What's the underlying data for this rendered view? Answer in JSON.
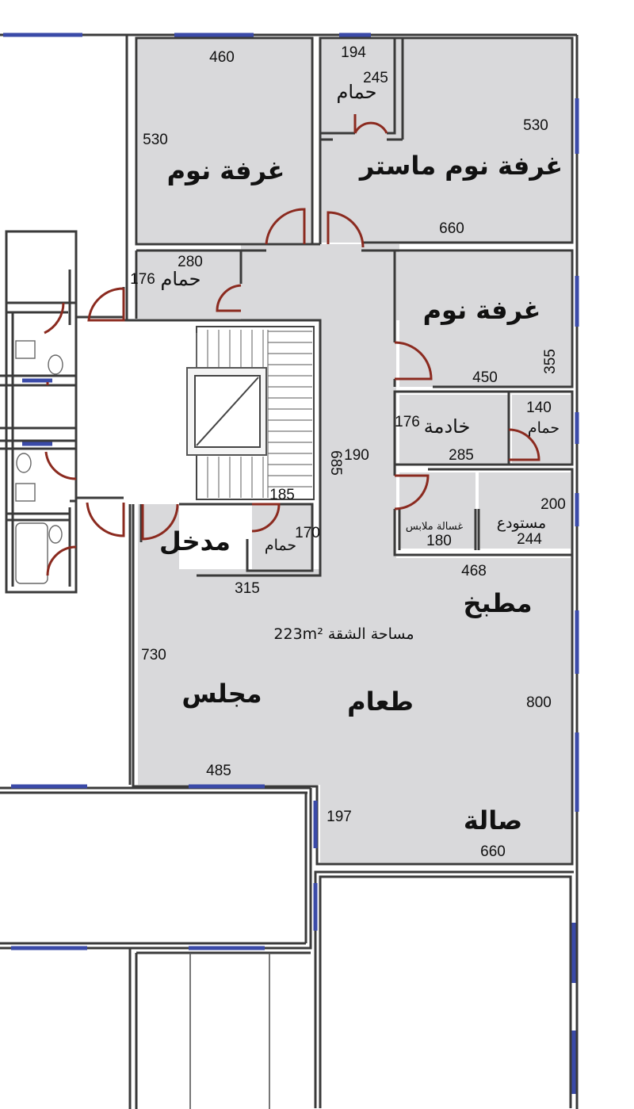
{
  "plan": {
    "area_label": "مساحة الشقة 223m²",
    "rooms": {
      "bedroom_1": {
        "label": "غرفة نوم",
        "w": "460",
        "h": "530"
      },
      "master_bedroom": {
        "label": "غرفة نوم ماستر",
        "w": "660",
        "h": "530"
      },
      "master_bath": {
        "label": "حمام",
        "w": "194",
        "h": "245"
      },
      "bath_left": {
        "label": "حمام",
        "w": "280",
        "h": "176"
      },
      "bedroom_2": {
        "label": "غرفة نوم",
        "w": "450",
        "h": "355"
      },
      "maid_room": {
        "label": "خادمة",
        "w": "285",
        "h": "176"
      },
      "maid_bath": {
        "label": "حمام",
        "w": "140"
      },
      "storage": {
        "label": "مستودع",
        "w": "244",
        "h": "200"
      },
      "laundry": {
        "label": "غسالة ملابس",
        "w": "180"
      },
      "corridor": {
        "w": "190",
        "h": "685"
      },
      "entrance": {
        "label": "مدخل",
        "w": "315"
      },
      "guest_bath": {
        "label": "حمام",
        "w": "185",
        "h": "170"
      },
      "kitchen": {
        "label": "مطبخ",
        "w": "468"
      },
      "dining": {
        "label": "طعام"
      },
      "majlis": {
        "label": "مجلس",
        "w": "485",
        "h": "730"
      },
      "living": {
        "label": "صالة",
        "w": "660",
        "h": "197"
      },
      "east_depth": {
        "h": "800"
      }
    }
  }
}
